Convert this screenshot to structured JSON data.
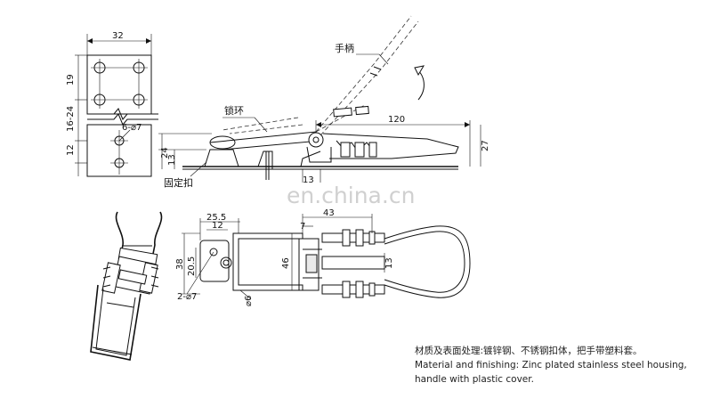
{
  "labels": {
    "handle": "手柄",
    "lock_ring": "锁环",
    "fixed_buckle": "固定扣",
    "watermark": "en.china.cn"
  },
  "dimensions": {
    "top_width": "32",
    "plate_height": "19",
    "offset_range": "16-24",
    "hole_spec": "6-⌀7",
    "lower_height": "12",
    "side_length": "120",
    "side_height_right": "27",
    "side_height_left": "24",
    "side_base": "13",
    "side_bottom": "13",
    "plan_width_outer": "25.5",
    "plan_width_inner": "12",
    "plan_offset": "7",
    "plan_length": "43",
    "plan_height_outer": "38",
    "plan_height_inner": "20.5",
    "plan_center_height": "46",
    "plan_right": "13",
    "plan_holes": "2-⌀7",
    "plan_wire": "⌀6"
  },
  "notes": {
    "cn": "材质及表面处理:镀锌钢、不锈钢扣体，把手带塑料套。",
    "en_line1": "Material and finishing: Zinc plated stainless steel housing,",
    "en_line2": "handle with plastic cover."
  }
}
